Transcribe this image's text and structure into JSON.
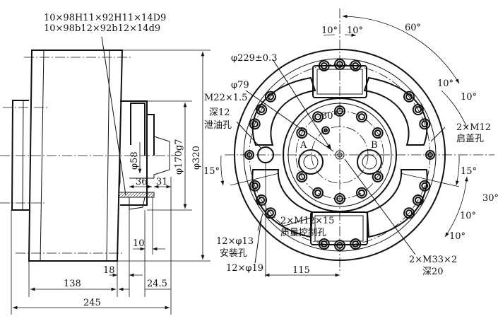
{
  "side_view": {
    "spline_spec_1": "10×98H11×92H11×14D9",
    "spline_spec_2": "10×98b12×92b12×14d9",
    "dim_phi58": "φ58",
    "dim_phi170": "φ170g7",
    "dim_phi320": "φ320",
    "dim_36": "36",
    "dim_31": "31",
    "dim_10": "10",
    "dim_18": "18",
    "dim_138": "138",
    "dim_24_5": "24.5",
    "dim_245": "245"
  },
  "front_view": {
    "angle_10_left": "10°",
    "angle_10_right": "10°",
    "angle_60": "60°",
    "dim_phi229": "φ229±0.3",
    "dim_phi79": "φ79",
    "thread_m22": "M22×1.5",
    "depth_12": "深12",
    "drain_hole": "泄油孔",
    "angle_30_top": "30°",
    "port_a": "A",
    "port_b": "B",
    "angle_10_upper_r1": "10°",
    "angle_10_upper_r2": "10°",
    "lift_hole_spec": "2×M12",
    "lift_hole": "启盖孔",
    "angle_15_left": "15°",
    "angle_15_right": "15°",
    "angle_30_right": "30°",
    "angle_10_lower_r1": "10°",
    "angle_10_lower_r2": "10°",
    "quality_hole_spec": "2×M12×15",
    "quality_hole": "质量控制孔",
    "mount_hole_spec": "12×φ13",
    "mount_hole": "安装孔",
    "counterbore_spec": "12×φ19",
    "dim_115": "115",
    "port_thread": "2×M33×2",
    "port_depth": "深20"
  }
}
